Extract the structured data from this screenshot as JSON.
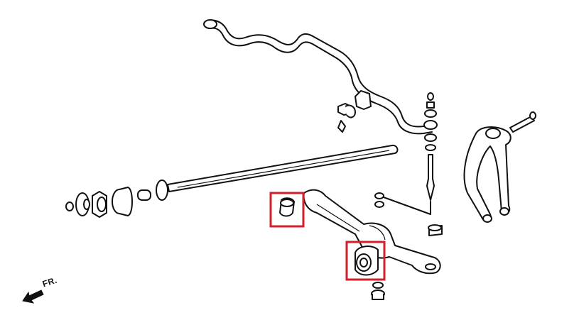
{
  "direction_label": "FR.",
  "colors": {
    "ink": "#111111",
    "highlight": "#d0202a",
    "background": "#ffffff"
  },
  "highlights": [
    {
      "name": "front-bushing-highlight"
    },
    {
      "name": "rear-bushing-highlight"
    }
  ]
}
